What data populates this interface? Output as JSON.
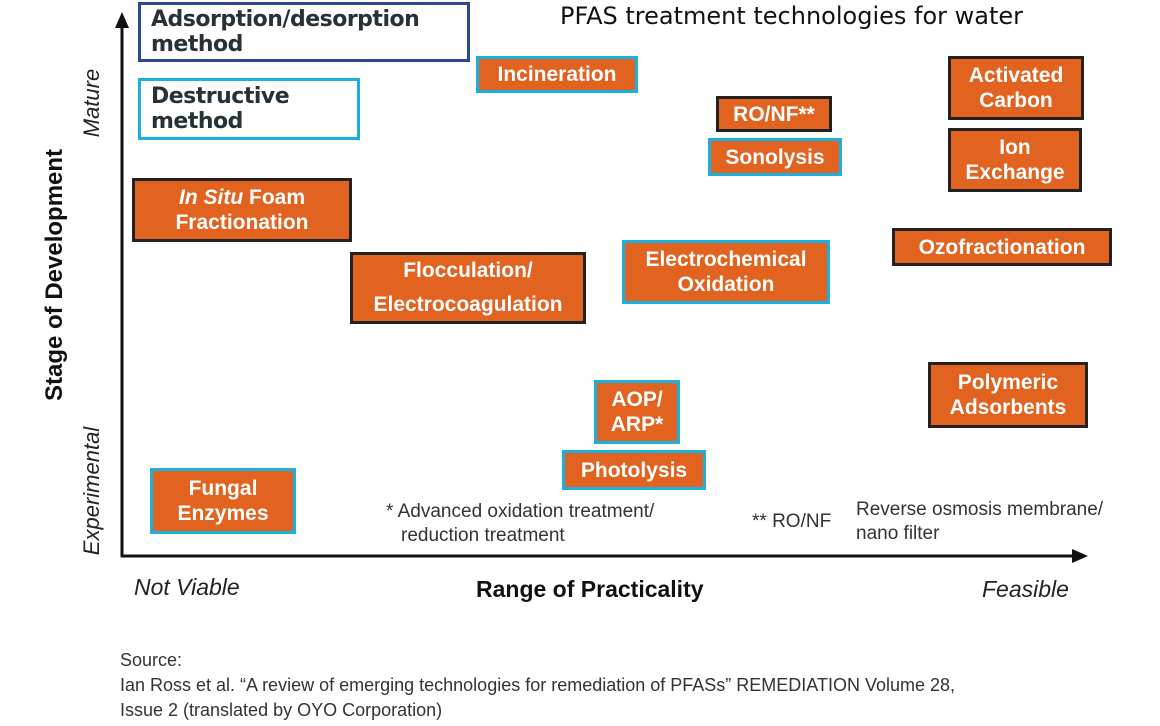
{
  "title": "PFAS treatment technologies for water",
  "legend": {
    "adsorption": "Adsorption/desorption method",
    "destructive": "Destructive method"
  },
  "axes": {
    "y_label": "Stage of Development",
    "y_top": "Mature",
    "y_bottom": "Experimental",
    "x_label": "Range of Practicality",
    "x_left": "Not Viable",
    "x_right": "Feasible"
  },
  "technologies": {
    "incineration": "Incineration",
    "ronf": "RO/NF**",
    "sonolysis": "Sonolysis",
    "activated_carbon_1": "Activated",
    "activated_carbon_2": "Carbon",
    "ion_exchange_1": "Ion",
    "ion_exchange_2": "Exchange",
    "insitu_em": "In Situ",
    "insitu_rest": " Foam",
    "insitu_2": "Fractionation",
    "ozofractionation": "Ozofractionation",
    "flocculation_1": "Flocculation/",
    "flocculation_2": "Electrocoagulation",
    "electrochemical_1": "Electrochemical",
    "electrochemical_2": "Oxidation",
    "polymeric_1": "Polymeric",
    "polymeric_2": "Adsorbents",
    "aop_1": "AOP/",
    "aop_2": "ARP*",
    "photolysis": "Photolysis",
    "fungal_1": "Fungal",
    "fungal_2": "Enzymes"
  },
  "footnotes": {
    "aop_1": "* Advanced oxidation treatment/",
    "aop_2": "reduction treatment",
    "ronf_key": "** RO/NF",
    "ronf_1": "Reverse osmosis membrane/",
    "ronf_2": "nano filter"
  },
  "source": {
    "label": "Source:",
    "line1": "Ian Ross et al. “A review of emerging technologies for remediation of PFASs” REMEDIATION Volume 28,",
    "line2": "Issue 2 (translated by OYO Corporation)"
  },
  "colors": {
    "box": "#e2621f",
    "adsorption_border": "#222222",
    "destructive_border": "#1ab0e0",
    "legend_border": "#2c4a8a"
  }
}
